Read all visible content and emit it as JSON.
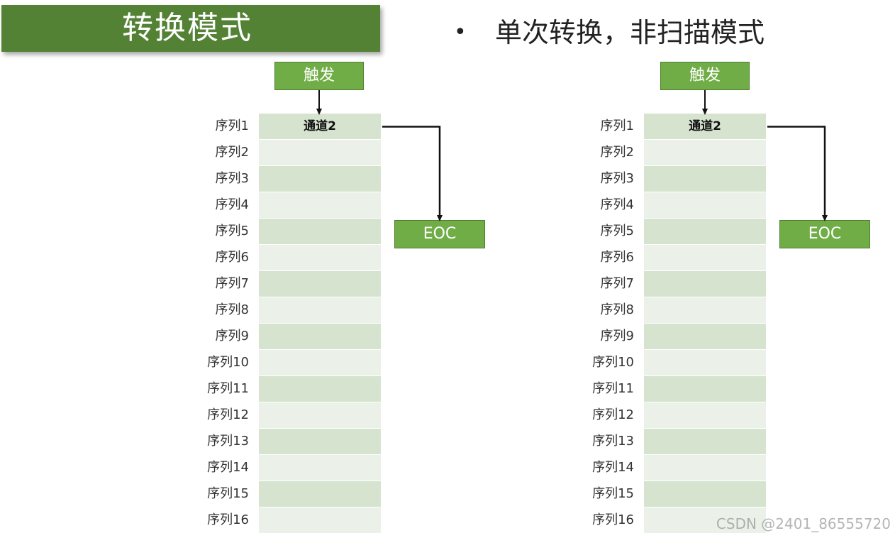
{
  "header": {
    "title": "转换模式",
    "subtitle_bullet": "•",
    "subtitle": "单次转换，非扫描模式"
  },
  "colors": {
    "banner": "#548235",
    "box_fill": "#70ad47",
    "row_dark": "#d6e4cf",
    "row_light": "#ebf1e8"
  },
  "diagrams": [
    {
      "trigger_label": "触发",
      "eoc_label": "EOC",
      "rows": [
        {
          "label": "序列1",
          "channel": "通道2"
        },
        {
          "label": "序列2",
          "channel": ""
        },
        {
          "label": "序列3",
          "channel": ""
        },
        {
          "label": "序列4",
          "channel": ""
        },
        {
          "label": "序列5",
          "channel": ""
        },
        {
          "label": "序列6",
          "channel": ""
        },
        {
          "label": "序列7",
          "channel": ""
        },
        {
          "label": "序列8",
          "channel": ""
        },
        {
          "label": "序列9",
          "channel": ""
        },
        {
          "label": "序列10",
          "channel": ""
        },
        {
          "label": "序列11",
          "channel": ""
        },
        {
          "label": "序列12",
          "channel": ""
        },
        {
          "label": "序列13",
          "channel": ""
        },
        {
          "label": "序列14",
          "channel": ""
        },
        {
          "label": "序列15",
          "channel": ""
        },
        {
          "label": "序列16",
          "channel": ""
        }
      ]
    },
    {
      "trigger_label": "触发",
      "eoc_label": "EOC",
      "rows": [
        {
          "label": "序列1",
          "channel": "通道2"
        },
        {
          "label": "序列2",
          "channel": ""
        },
        {
          "label": "序列3",
          "channel": ""
        },
        {
          "label": "序列4",
          "channel": ""
        },
        {
          "label": "序列5",
          "channel": ""
        },
        {
          "label": "序列6",
          "channel": ""
        },
        {
          "label": "序列7",
          "channel": ""
        },
        {
          "label": "序列8",
          "channel": ""
        },
        {
          "label": "序列9",
          "channel": ""
        },
        {
          "label": "序列10",
          "channel": ""
        },
        {
          "label": "序列11",
          "channel": ""
        },
        {
          "label": "序列12",
          "channel": ""
        },
        {
          "label": "序列13",
          "channel": ""
        },
        {
          "label": "序列14",
          "channel": ""
        },
        {
          "label": "序列15",
          "channel": ""
        },
        {
          "label": "序列16",
          "channel": ""
        }
      ]
    }
  ],
  "watermark": "CSDN @2401_86555720"
}
